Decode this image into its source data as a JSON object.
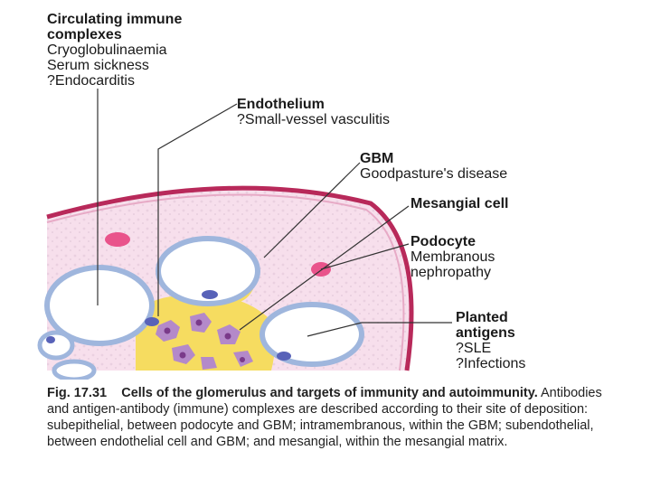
{
  "labels": {
    "circulating": {
      "heading_line1": "Circulating immune",
      "heading_line2": "complexes",
      "items": [
        "Cryoglobulinaemia",
        "Serum sickness",
        "?Endocarditis"
      ]
    },
    "endothelium": {
      "heading": "Endothelium",
      "items": [
        "?Small-vessel vasculitis"
      ]
    },
    "gbm": {
      "heading": "GBM",
      "items": [
        "Goodpasture's disease"
      ]
    },
    "mesangial": {
      "heading": "Mesangial cell"
    },
    "podocyte": {
      "heading": "Podocyte",
      "items": [
        "Membranous",
        "nephropathy"
      ]
    },
    "planted": {
      "heading_line1": "Planted",
      "heading_line2": "antigens",
      "items": [
        "?SLE",
        "?Infections"
      ]
    }
  },
  "caption": {
    "figure_number": "Fig. 17.31",
    "title": "Cells of the glomerulus and targets of immunity and autoimmunity.",
    "body": "Antibodies and antigen-antibody (immune) complexes are described according to their site of deposition: subepithelial, between podocyte and GBM; intramembranous, within the GBM; subendothelial, between endothelial cell and GBM; and mesangial, within the mesangial matrix."
  },
  "colors": {
    "capsule_fill": "#f4d3e4",
    "capsule_rim": "#b8295a",
    "mesangium": "#f6dc60",
    "mesangial_cell": "#b489c9",
    "capillary_wall": "#9fb6dd",
    "nucleus": "#5862b8",
    "podocyte_nucleus": "#e9538b",
    "leader_line": "#333333"
  }
}
